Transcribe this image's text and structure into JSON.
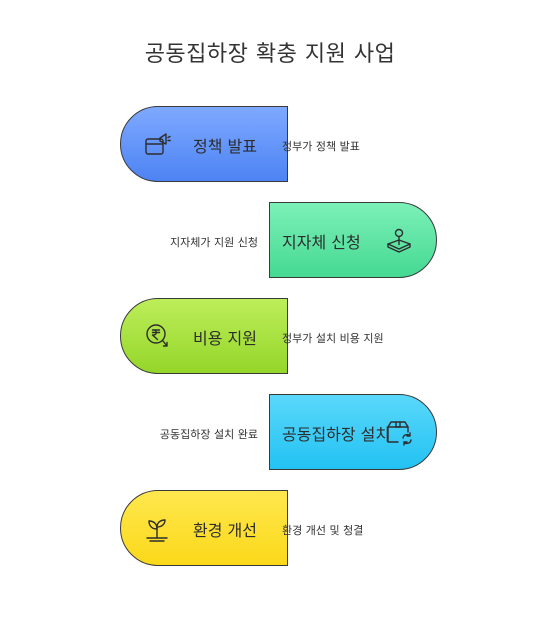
{
  "title": "공동집하장 확충 지원 사업",
  "steps": [
    {
      "label": "정책 발표",
      "description": "정부가 정책 발표",
      "color": "#5b8ef7",
      "icon": "megaphone-icon"
    },
    {
      "label": "지자체 신청",
      "description": "지자체가 지원 신청",
      "color": "#5fe3a2",
      "icon": "map-pin-icon"
    },
    {
      "label": "비용 지원",
      "description": "정부가 설치 비용 지원",
      "color": "#a6e03d",
      "icon": "rupee-coin-icon"
    },
    {
      "label": "공동집하장 설치",
      "description": "공동집하장 설치 완료",
      "color": "#2ec8f5",
      "icon": "recycle-box-icon"
    },
    {
      "label": "환경 개선",
      "description": "환경 개선 및 청결",
      "color": "#fde02c",
      "icon": "sprout-icon"
    }
  ]
}
